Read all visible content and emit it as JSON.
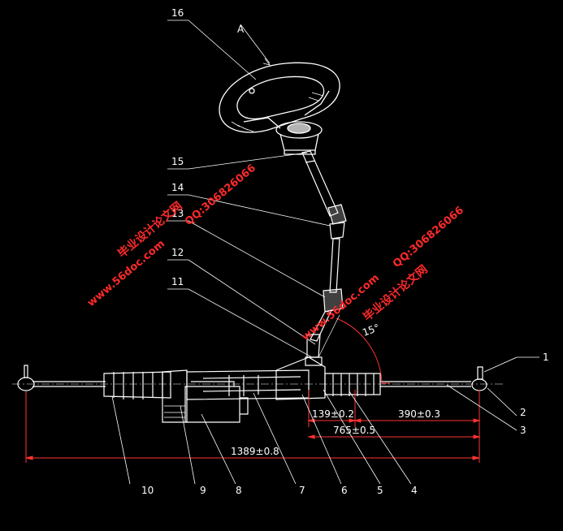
{
  "view_label": "A",
  "angle_label": "15°",
  "callouts": {
    "c1": "1",
    "c2": "2",
    "c3": "3",
    "c4": "4",
    "c5": "5",
    "c6": "6",
    "c7": "7",
    "c8": "8",
    "c9": "9",
    "c10": "10",
    "c11": "11",
    "c12": "12",
    "c13": "13",
    "c14": "14",
    "c15": "15",
    "c16": "16"
  },
  "dimensions": {
    "d139": "139±0.2",
    "d390": "390±0.3",
    "d765": "765±0.5",
    "d1389": "1389±0.8"
  },
  "watermarks": {
    "site": "www.56doc.com",
    "title": "毕业设计论文网",
    "qq": "QQ:306826066"
  },
  "colors": {
    "background": "#000000",
    "lines": "#ffffff",
    "dimension_lines": "#ff3333",
    "watermark": "#ff2a2a"
  }
}
